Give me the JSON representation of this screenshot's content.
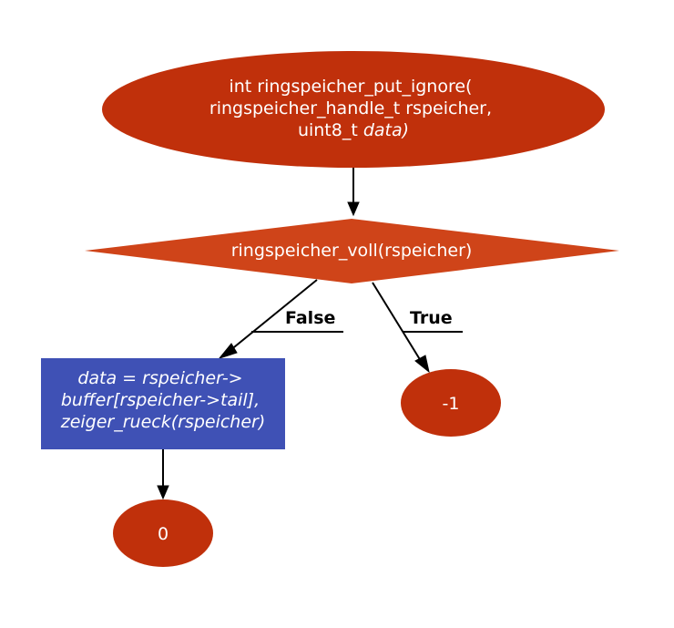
{
  "colors": {
    "ellipse_fill": "#c0300b",
    "decision_fill": "#cf4419",
    "process_fill": "#3f51b5",
    "text_on_shape": "#ffffff",
    "edge": "#000000",
    "background": "#ffffff"
  },
  "nodes": {
    "start": {
      "shape": "ellipse",
      "line1": "int ringspeicher_put_ignore(",
      "line2": "ringspeicher_handle_t rspeicher,",
      "line3_plain": "uint8_t ",
      "line3_italic": "data)"
    },
    "decision": {
      "shape": "diamond",
      "label": "ringspeicher_voll(rspeicher)"
    },
    "process": {
      "shape": "rectangle",
      "line1": "data = rspeicher->",
      "line2": "buffer[rspeicher->tail],",
      "line3": "zeiger_rueck(rspeicher)"
    },
    "return_true": {
      "shape": "ellipse",
      "label": "-1"
    },
    "return_false": {
      "shape": "ellipse",
      "label": "0"
    }
  },
  "edges": {
    "false_label": "False",
    "true_label": "True"
  }
}
